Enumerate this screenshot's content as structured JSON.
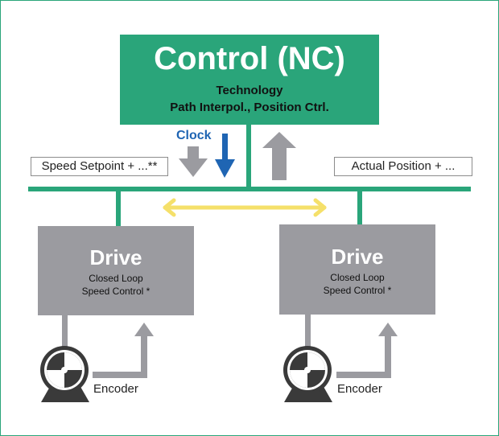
{
  "control": {
    "title": "Control (NC)",
    "line1": "Technology",
    "line2": "Path Interpol., Position Ctrl.",
    "color": "#2aa57a"
  },
  "clock_label": "Clock",
  "bus": {
    "left_label": "Speed Setpoint + ...**",
    "right_label": "Actual Position + ..."
  },
  "drives": [
    {
      "title": "Drive",
      "line1": "Closed Loop",
      "line2": "Speed Control *",
      "encoder_label": "Encoder"
    },
    {
      "title": "Drive",
      "line1": "Closed Loop",
      "line2": "Speed Control *",
      "encoder_label": "Encoder"
    }
  ],
  "colors": {
    "bus": "#2aa57a",
    "drive": "#9b9ba0",
    "clock_arrow": "#1f65b3",
    "sync_arrow": "#f5e06a",
    "gray_arrow": "#9b9ba0"
  },
  "icons": [
    "motor-icon",
    "encoder-feedback-arrow",
    "clock-arrow",
    "sync-arrow"
  ]
}
